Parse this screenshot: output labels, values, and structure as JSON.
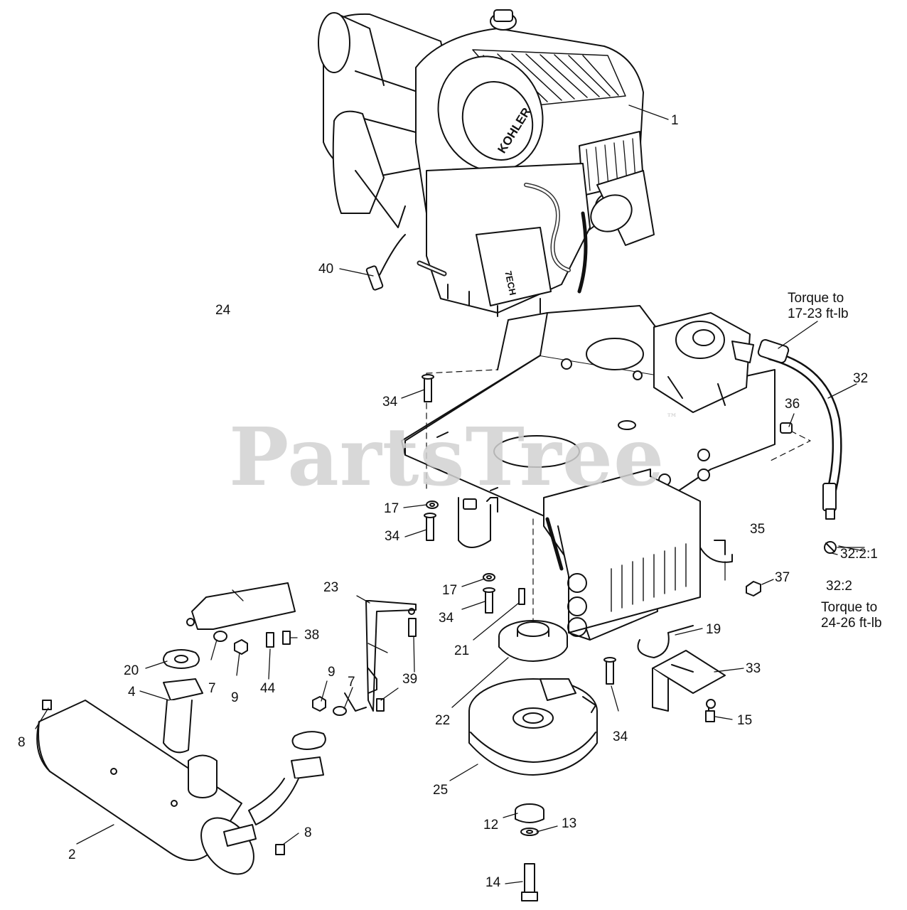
{
  "watermark": {
    "brand": "PartsTree",
    "mark": "™"
  },
  "components": {
    "engine_brand": "KOHLER",
    "engine_series": "7ECH"
  },
  "callouts": {
    "c1": "1",
    "c2": "2",
    "c4": "4",
    "c7a": "7",
    "c7b": "7",
    "c8a": "8",
    "c8b": "8",
    "c9a": "9",
    "c9b": "9",
    "c12": "12",
    "c13": "13",
    "c14": "14",
    "c15": "15",
    "c17a": "17",
    "c17b": "17",
    "c19": "19",
    "c20": "20",
    "c21": "21",
    "c22": "22",
    "c23": "23",
    "c24": "24",
    "c25": "25",
    "c32": "32",
    "c32_2": "32:2",
    "c32_2_1": "32:2:1",
    "c33": "33",
    "c34a": "34",
    "c34b": "34",
    "c34c": "34",
    "c34d": "34",
    "c35": "35",
    "c36": "36",
    "c37": "37",
    "c38": "38",
    "c39": "39",
    "c40": "40",
    "c44": "44"
  },
  "notes": {
    "torque_upper_l1": "Torque to",
    "torque_upper_l2": "17-23 ft-lb",
    "torque_lower_l1": "Torque to",
    "torque_lower_l2": "24-26 ft-lb"
  }
}
